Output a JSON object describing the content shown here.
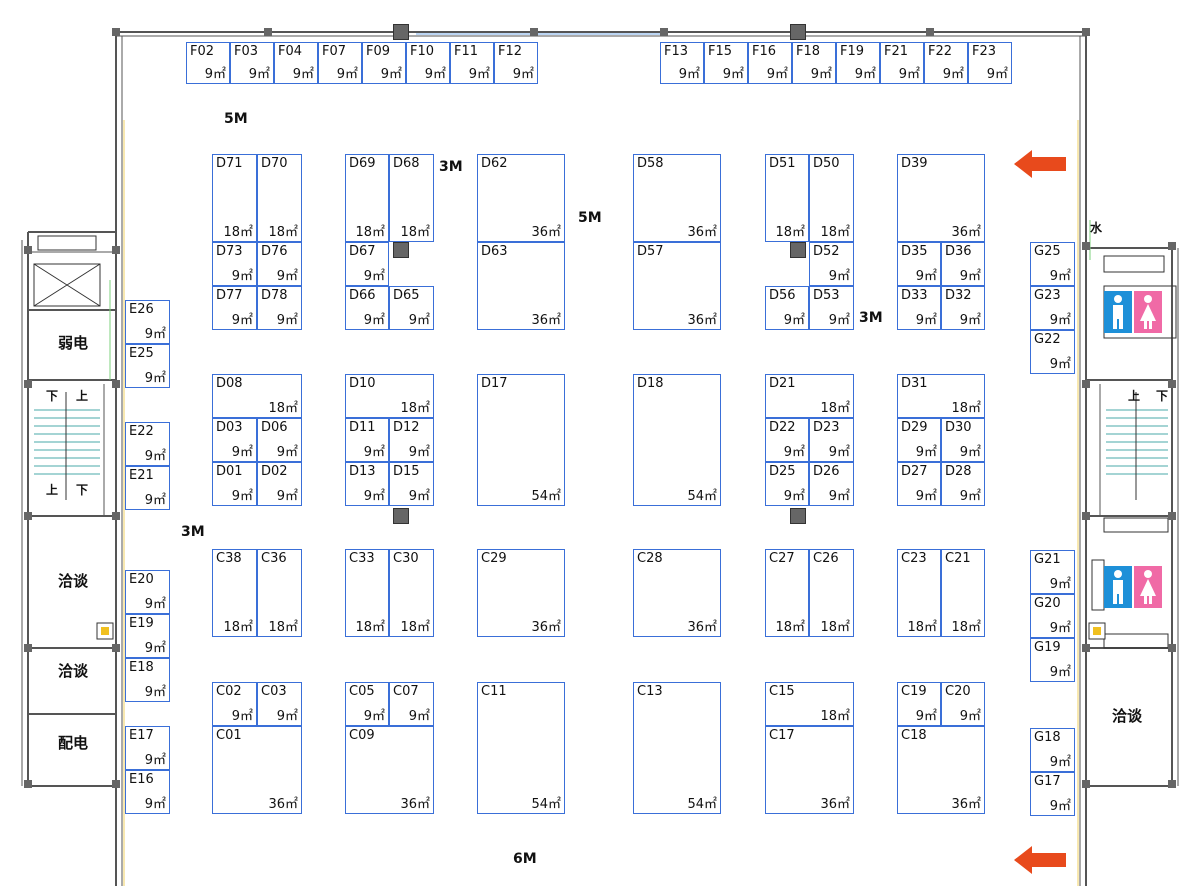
{
  "booths": [
    {
      "code": "F02",
      "area": "9㎡"
    },
    {
      "code": "F03",
      "area": "9㎡"
    },
    {
      "code": "F04",
      "area": "9㎡"
    },
    {
      "code": "F07",
      "area": "9㎡"
    },
    {
      "code": "F09",
      "area": "9㎡"
    },
    {
      "code": "F10",
      "area": "9㎡"
    },
    {
      "code": "F11",
      "area": "9㎡"
    },
    {
      "code": "F12",
      "area": "9㎡"
    },
    {
      "code": "F13",
      "area": "9㎡"
    },
    {
      "code": "F15",
      "area": "9㎡"
    },
    {
      "code": "F16",
      "area": "9㎡"
    },
    {
      "code": "F18",
      "area": "9㎡"
    },
    {
      "code": "F19",
      "area": "9㎡"
    },
    {
      "code": "F21",
      "area": "9㎡"
    },
    {
      "code": "F22",
      "area": "9㎡"
    },
    {
      "code": "F23",
      "area": "9㎡"
    },
    {
      "code": "D71",
      "area": "18㎡"
    },
    {
      "code": "D70",
      "area": "18㎡"
    },
    {
      "code": "D73",
      "area": "9㎡"
    },
    {
      "code": "D76",
      "area": "9㎡"
    },
    {
      "code": "D77",
      "area": "9㎡"
    },
    {
      "code": "D78",
      "area": "9㎡"
    },
    {
      "code": "D69",
      "area": "18㎡"
    },
    {
      "code": "D68",
      "area": "18㎡"
    },
    {
      "code": "D67",
      "area": "9㎡"
    },
    {
      "code": "D66",
      "area": "9㎡"
    },
    {
      "code": "D65",
      "area": "9㎡"
    },
    {
      "code": "D62",
      "area": "36㎡"
    },
    {
      "code": "D63",
      "area": "36㎡"
    },
    {
      "code": "D58",
      "area": "36㎡"
    },
    {
      "code": "D57",
      "area": "36㎡"
    },
    {
      "code": "D51",
      "area": "18㎡"
    },
    {
      "code": "D50",
      "area": "18㎡"
    },
    {
      "code": "D52",
      "area": "9㎡"
    },
    {
      "code": "D56",
      "area": "9㎡"
    },
    {
      "code": "D53",
      "area": "9㎡"
    },
    {
      "code": "D39",
      "area": "36㎡"
    },
    {
      "code": "D35",
      "area": "9㎡"
    },
    {
      "code": "D36",
      "area": "9㎡"
    },
    {
      "code": "D33",
      "area": "9㎡"
    },
    {
      "code": "D32",
      "area": "9㎡"
    },
    {
      "code": "D08",
      "area": "18㎡"
    },
    {
      "code": "D03",
      "area": "9㎡"
    },
    {
      "code": "D06",
      "area": "9㎡"
    },
    {
      "code": "D01",
      "area": "9㎡"
    },
    {
      "code": "D02",
      "area": "9㎡"
    },
    {
      "code": "D10",
      "area": "18㎡"
    },
    {
      "code": "D11",
      "area": "9㎡"
    },
    {
      "code": "D12",
      "area": "9㎡"
    },
    {
      "code": "D13",
      "area": "9㎡"
    },
    {
      "code": "D15",
      "area": "9㎡"
    },
    {
      "code": "D17",
      "area": "54㎡"
    },
    {
      "code": "D18",
      "area": "54㎡"
    },
    {
      "code": "D21",
      "area": "18㎡"
    },
    {
      "code": "D22",
      "area": "9㎡"
    },
    {
      "code": "D23",
      "area": "9㎡"
    },
    {
      "code": "D25",
      "area": "9㎡"
    },
    {
      "code": "D26",
      "area": "9㎡"
    },
    {
      "code": "D31",
      "area": "18㎡"
    },
    {
      "code": "D29",
      "area": "9㎡"
    },
    {
      "code": "D30",
      "area": "9㎡"
    },
    {
      "code": "D27",
      "area": "9㎡"
    },
    {
      "code": "D28",
      "area": "9㎡"
    },
    {
      "code": "C38",
      "area": "18㎡"
    },
    {
      "code": "C36",
      "area": "18㎡"
    },
    {
      "code": "C33",
      "area": "18㎡"
    },
    {
      "code": "C30",
      "area": "18㎡"
    },
    {
      "code": "C29",
      "area": "36㎡"
    },
    {
      "code": "C28",
      "area": "36㎡"
    },
    {
      "code": "C27",
      "area": "18㎡"
    },
    {
      "code": "C26",
      "area": "18㎡"
    },
    {
      "code": "C23",
      "area": "18㎡"
    },
    {
      "code": "C21",
      "area": "18㎡"
    },
    {
      "code": "C02",
      "area": "9㎡"
    },
    {
      "code": "C03",
      "area": "9㎡"
    },
    {
      "code": "C01",
      "area": "36㎡"
    },
    {
      "code": "C05",
      "area": "9㎡"
    },
    {
      "code": "C07",
      "area": "9㎡"
    },
    {
      "code": "C09",
      "area": "36㎡"
    },
    {
      "code": "C11",
      "area": "54㎡"
    },
    {
      "code": "C13",
      "area": "54㎡"
    },
    {
      "code": "C15",
      "area": "18㎡"
    },
    {
      "code": "C17",
      "area": "36㎡"
    },
    {
      "code": "C19",
      "area": "9㎡"
    },
    {
      "code": "C20",
      "area": "9㎡"
    },
    {
      "code": "C18",
      "area": "36㎡"
    },
    {
      "code": "E26",
      "area": "9㎡"
    },
    {
      "code": "E25",
      "area": "9㎡"
    },
    {
      "code": "E22",
      "area": "9㎡"
    },
    {
      "code": "E21",
      "area": "9㎡"
    },
    {
      "code": "E20",
      "area": "9㎡"
    },
    {
      "code": "E19",
      "area": "9㎡"
    },
    {
      "code": "E18",
      "area": "9㎡"
    },
    {
      "code": "E17",
      "area": "9㎡"
    },
    {
      "code": "E16",
      "area": "9㎡"
    },
    {
      "code": "G25",
      "area": "9㎡"
    },
    {
      "code": "G23",
      "area": "9㎡"
    },
    {
      "code": "G22",
      "area": "9㎡"
    },
    {
      "code": "G21",
      "area": "9㎡"
    },
    {
      "code": "G20",
      "area": "9㎡"
    },
    {
      "code": "G19",
      "area": "9㎡"
    },
    {
      "code": "G18",
      "area": "9㎡"
    },
    {
      "code": "G17",
      "area": "9㎡"
    }
  ],
  "aisle_labels": [
    {
      "text": "5M"
    },
    {
      "text": "3M"
    },
    {
      "text": "5M"
    },
    {
      "text": "3M"
    },
    {
      "text": "3M"
    },
    {
      "text": "6M"
    }
  ],
  "rooms": [
    {
      "text": "弱电"
    },
    {
      "text": "洽谈"
    },
    {
      "text": "洽谈"
    },
    {
      "text": "配电"
    },
    {
      "text": "洽谈"
    }
  ],
  "stairs": {
    "down": "下",
    "up": "上"
  },
  "water_label": "水",
  "colors": {
    "booth_border": "#3a6fd8",
    "wall": "#555555",
    "arrow": "#e84a1c",
    "male": "#1e90d8",
    "female": "#f06aa6",
    "column": "#666666"
  },
  "icons": [
    "entrance-arrow-icon",
    "male-restroom-icon",
    "female-restroom-icon",
    "fire-hydrant-icon",
    "column-icon",
    "stair-icon"
  ]
}
